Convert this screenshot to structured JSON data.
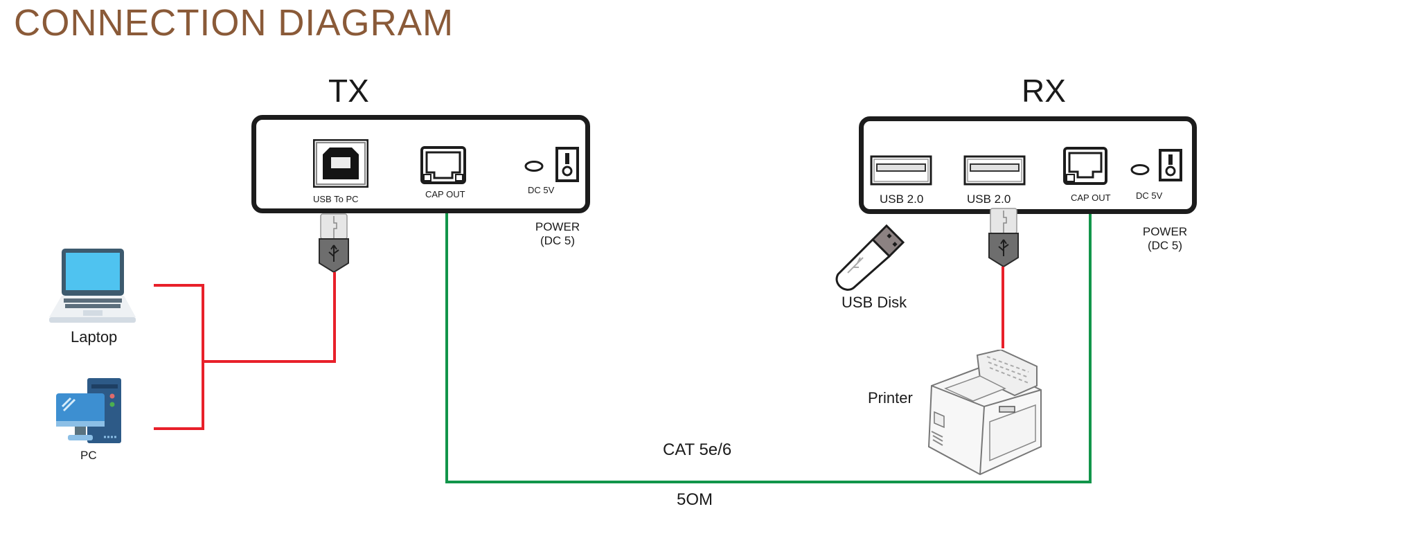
{
  "title": "CONNECTION DIAGRAM",
  "colors": {
    "title": "#8a5a38",
    "usb_cable": "#e8202a",
    "cat_cable": "#12954a",
    "device_outline": "#1c1c1c"
  },
  "tx": {
    "label": "TX",
    "ports": {
      "usb_b": "USB To PC",
      "rj45": "CAP OUT",
      "power": "DC 5V"
    },
    "power_note_line1": "POWER",
    "power_note_line2": "(DC 5)"
  },
  "rx": {
    "label": "RX",
    "ports": {
      "usb_a_1": "USB 2.0",
      "usb_a_2": "USB 2.0",
      "rj45": "CAP OUT",
      "power": "DC 5V"
    },
    "power_note_line1": "POWER",
    "power_note_line2": "(DC 5)"
  },
  "devices": {
    "laptop": "Laptop",
    "pc": "PC",
    "usb_disk": "USB Disk",
    "printer": "Printer"
  },
  "cable": {
    "type": "CAT 5e/6",
    "length": "5OM"
  },
  "icons": {
    "laptop": "laptop-icon",
    "pc": "desktop-pc-icon",
    "usb_disk": "usb-flash-drive-icon",
    "printer": "printer-icon",
    "usb_plug": "usb-plug-icon",
    "usb_b_port": "usb-b-port-icon",
    "usb_a_port": "usb-a-port-icon",
    "rj45_port": "rj45-port-icon",
    "power_switch": "power-switch-icon",
    "led": "led-indicator-icon"
  }
}
